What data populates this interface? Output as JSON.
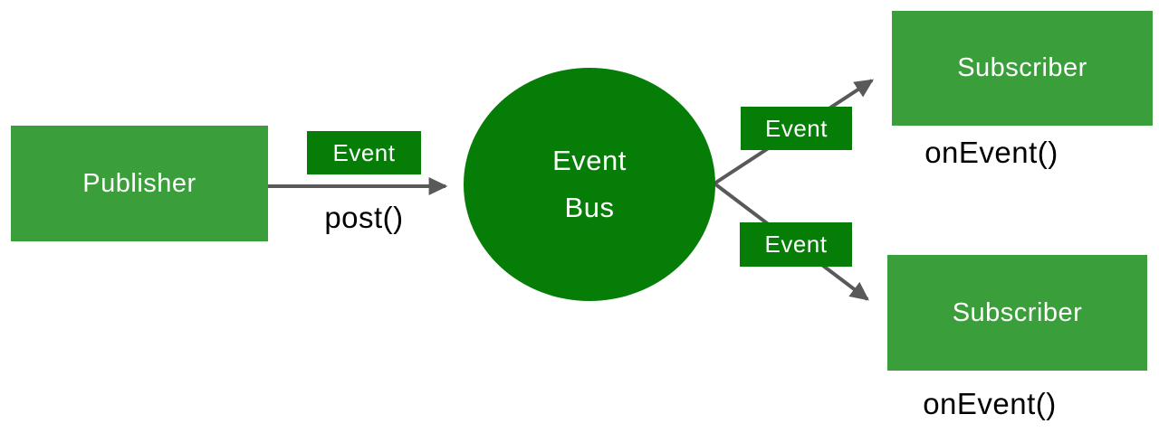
{
  "colors": {
    "node_green": "#3a9e3a",
    "badge_green": "#067d06",
    "arrow_gray": "#595959",
    "method_text": "#000000",
    "node_text": "#ffffff",
    "background": "#ffffff"
  },
  "nodes": {
    "publisher": {
      "label": "Publisher"
    },
    "event_bus": {
      "line1": "Event",
      "line2": "Bus"
    },
    "subscriber_top": {
      "label": "Subscriber"
    },
    "subscriber_bottom": {
      "label": "Subscriber"
    }
  },
  "badges": {
    "publish": {
      "label": "Event"
    },
    "subscribe_top": {
      "label": "Event"
    },
    "subscribe_bottom": {
      "label": "Event"
    }
  },
  "methods": {
    "post": "post()",
    "on_event_top": "onEvent()",
    "on_event_bottom": "onEvent()"
  }
}
